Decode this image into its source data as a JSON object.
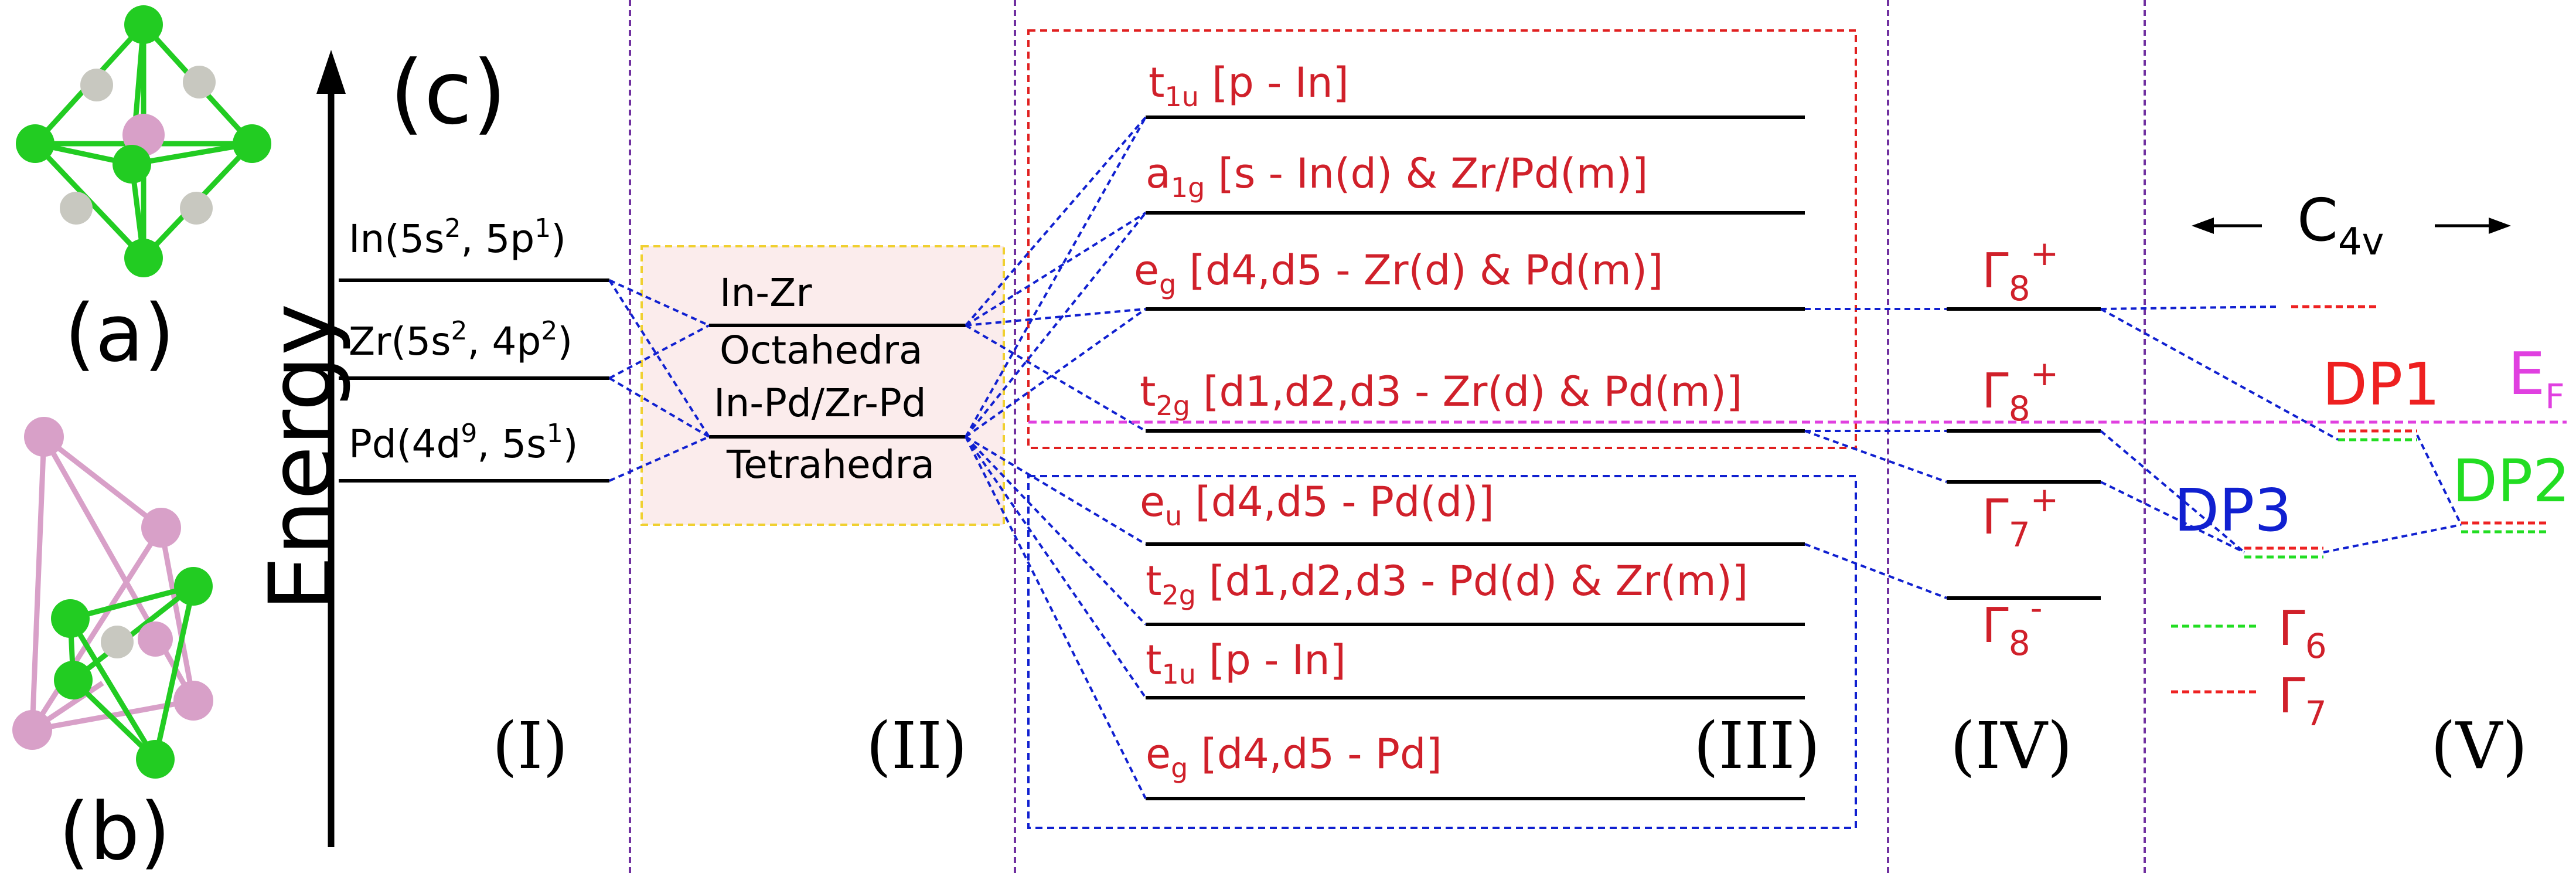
{
  "panels": {
    "a": "(a)",
    "b": "(b)",
    "c": "(c)"
  },
  "energy_axis_label": "Energy",
  "column_labels": [
    "(I)",
    "(II)",
    "(III)",
    "(IV)",
    "(V)"
  ],
  "atomic_levels": [
    {
      "element": "In",
      "config_base": "(5s",
      "sup1": "2",
      "mid": ", 5p",
      "sup2": "1",
      "end": ")"
    },
    {
      "element": "Zr",
      "config_base": "(5s",
      "sup1": "2",
      "mid": ", 4p",
      "sup2": "2",
      "end": ")"
    },
    {
      "element": "Pd",
      "config_base": "(4d",
      "sup1": "9",
      "mid": ", 5s",
      "sup2": "1",
      "end": ")"
    }
  ],
  "clusters": {
    "octahedra_line1": "In-Zr",
    "octahedra_line2": "Octahedra",
    "tetrahedra_line1": "In-Pd/Zr-Pd",
    "tetrahedra_line2": "Tetrahedra"
  },
  "molecular_orbitals": [
    {
      "sym": "t",
      "sub": "1u",
      "desc": " [p - In]"
    },
    {
      "sym": "a",
      "sub": "1g",
      "desc": " [s - In(d) & Zr/Pd(m)]"
    },
    {
      "sym": "e",
      "sub": "g",
      "desc": " [d",
      "desc_full": " [d4,d5 - Zr(d) & Pd(m)]"
    },
    {
      "sym": "t",
      "sub": "2g",
      "desc_full": " [d1,d2,d3 - Zr(d) & Pd(m)]"
    },
    {
      "sym": "e",
      "sub": "u",
      "desc_full": " [d4,d5 - Pd(d)]"
    },
    {
      "sym": "t",
      "sub": "2g",
      "desc_full": " [d1,d2,d3 - Pd(d) & Zr(m)]"
    },
    {
      "sym": "t",
      "sub": "1u",
      "desc": " [p - In]"
    },
    {
      "sym": "e",
      "sub": "g",
      "desc_full": " [d4,d5 - Pd]"
    }
  ],
  "gamma_levels": [
    {
      "symbol": "Γ",
      "sub": "8",
      "sup": "+"
    },
    {
      "symbol": "Γ",
      "sub": "8",
      "sup": "+"
    },
    {
      "symbol": "Γ",
      "sub": "7",
      "sup": "+"
    },
    {
      "symbol": "Γ",
      "sub": "8",
      "sup": "-"
    }
  ],
  "symmetry_label": {
    "base": "C",
    "sub": "4v"
  },
  "fermi": {
    "base": "E",
    "sub": "F"
  },
  "dirac_points": [
    "DP1",
    "DP2",
    "DP3"
  ],
  "legend": [
    {
      "symbol": "Γ",
      "sub": "6",
      "color": "#22dd22"
    },
    {
      "symbol": "Γ",
      "sub": "7",
      "color": "#ee2222"
    }
  ],
  "colors": {
    "red": "#d0202a",
    "blue": "#1020d0",
    "green": "#22dd22",
    "magenta": "#e040e0",
    "purple": "#7030a0",
    "yellow": "#f0d030",
    "pink_fill": "#fbecec",
    "atom_green": "#22cc22",
    "atom_pink": "#d8a0c8",
    "atom_grey": "#c8c8c0"
  }
}
